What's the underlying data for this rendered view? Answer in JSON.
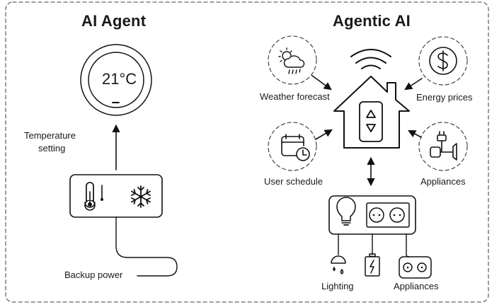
{
  "colors": {
    "stroke": "#111111",
    "dash": "#555555",
    "background": "#ffffff"
  },
  "left_panel": {
    "title": "AI Agent",
    "thermostat": {
      "reading": "21°C",
      "icon": "thermostat-dial-icon"
    },
    "arrow_label": "Temperature\nsetting",
    "arrow_label_line1": "Temperature",
    "arrow_label_line2": "setting",
    "device": {
      "icons": [
        "thermometer-icon",
        "snowflake-icon"
      ]
    },
    "cable_label": "Backup power"
  },
  "right_panel": {
    "title": "Agentic AI",
    "hub": {
      "icon": "smart-home-icon",
      "signal_icon": "wifi-icon",
      "controls_icon": "up-down-control-icon"
    },
    "inputs": [
      {
        "label": "Weather forecast",
        "icon": "weather-icon"
      },
      {
        "label": "Energy prices",
        "icon": "dollar-icon"
      },
      {
        "label": "User schedule",
        "icon": "calendar-clock-icon"
      },
      {
        "label": "Appliances",
        "icon": "plug-appliance-icon"
      }
    ],
    "panel": {
      "icons": [
        "light-bulb-icon",
        "power-socket-icon"
      ]
    },
    "outputs": [
      {
        "label": "Lighting",
        "icon": "ceiling-lamp-icon"
      },
      {
        "label": "",
        "icon": "battery-icon"
      },
      {
        "label": "Appliances",
        "icon": "outlet-icon"
      }
    ]
  }
}
